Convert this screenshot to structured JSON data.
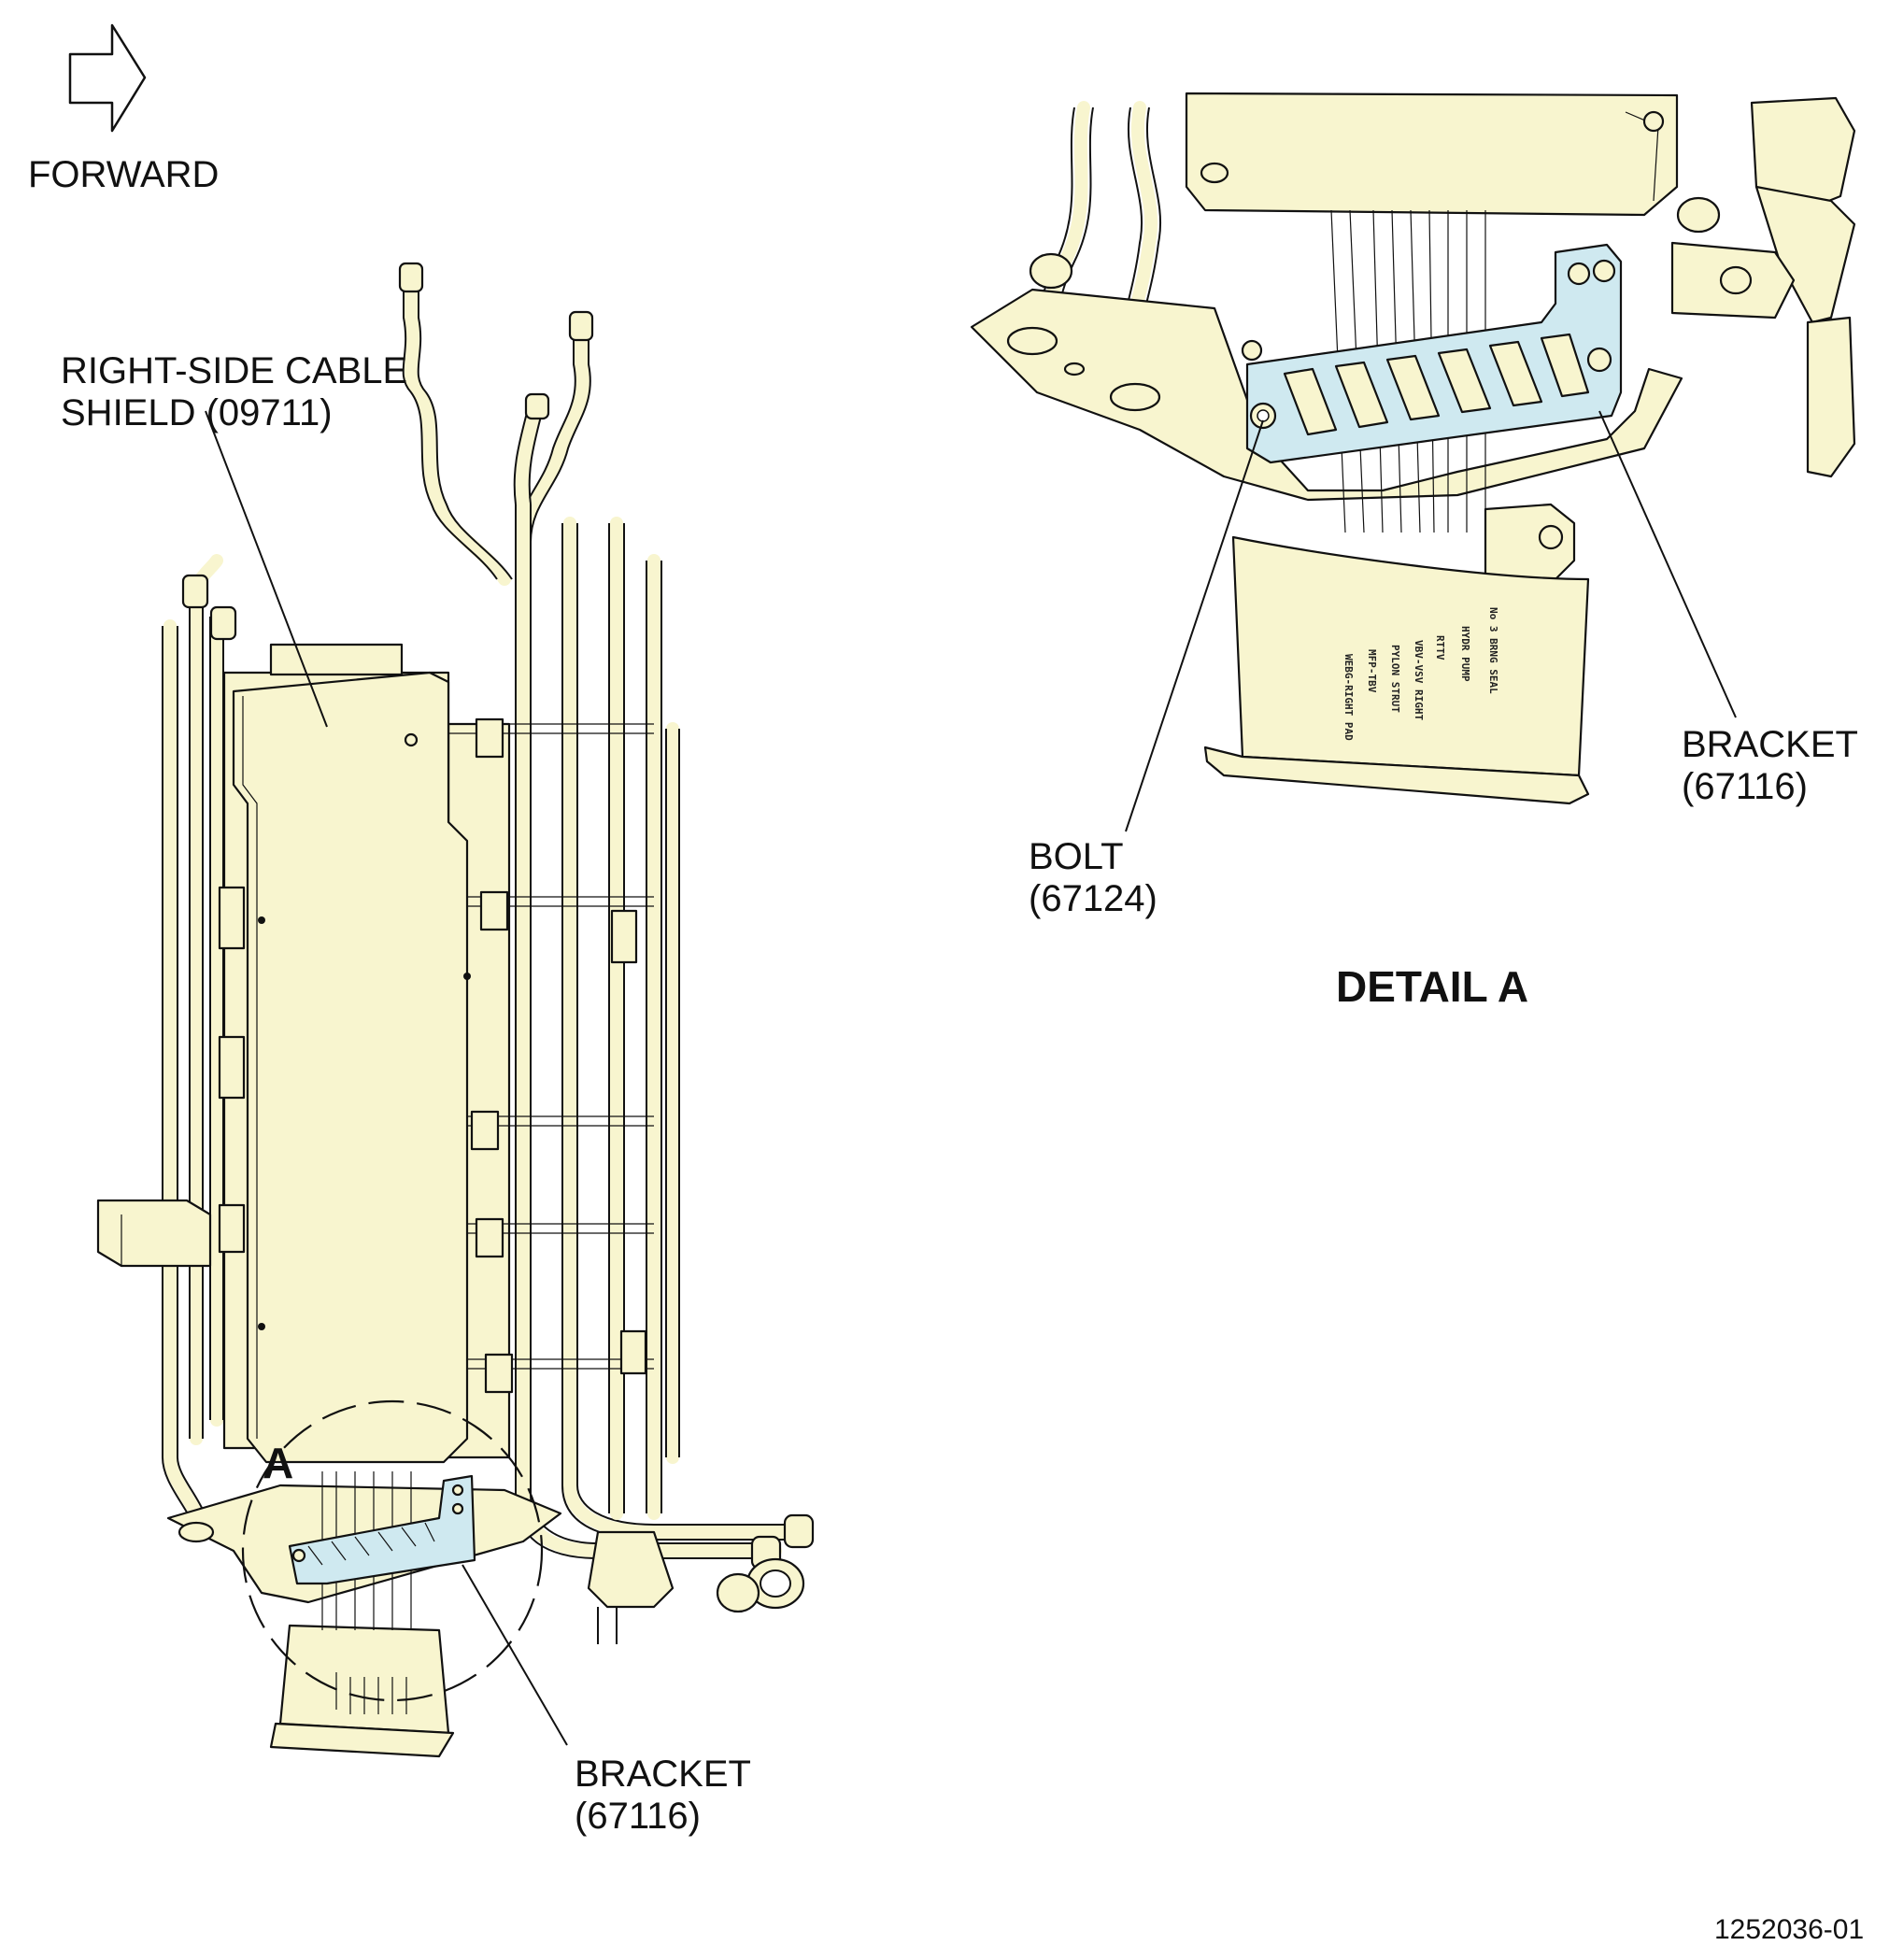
{
  "orientation": {
    "label": "FORWARD",
    "icon": "forward-arrow-icon"
  },
  "main_view": {
    "shield_label_line1": "RIGHT-SIDE CABLE",
    "shield_label_line2": "SHIELD (09711)",
    "bracket_label_line1": "BRACKET",
    "bracket_label_line2": "(67116)",
    "detail_marker": "A"
  },
  "detail_view": {
    "title": "DETAIL A",
    "bolt_label_line1": "BOLT",
    "bolt_label_line2": "(67124)",
    "bracket_label_line1": "BRACKET",
    "bracket_label_line2": "(67116)",
    "plate_labels": [
      "No 3 BRNG SEAL",
      "HYDR PUMP",
      "RTTV",
      "VBV-VSV RIGHT",
      "PYLON STRUT",
      "MFP-TBV",
      "WEBG-RIGHT PAD"
    ]
  },
  "figure_number": "1252036-01",
  "colors": {
    "part_fill": "#f8f5cf",
    "bracket_highlight": "#cfe9f0",
    "line": "#111111"
  }
}
